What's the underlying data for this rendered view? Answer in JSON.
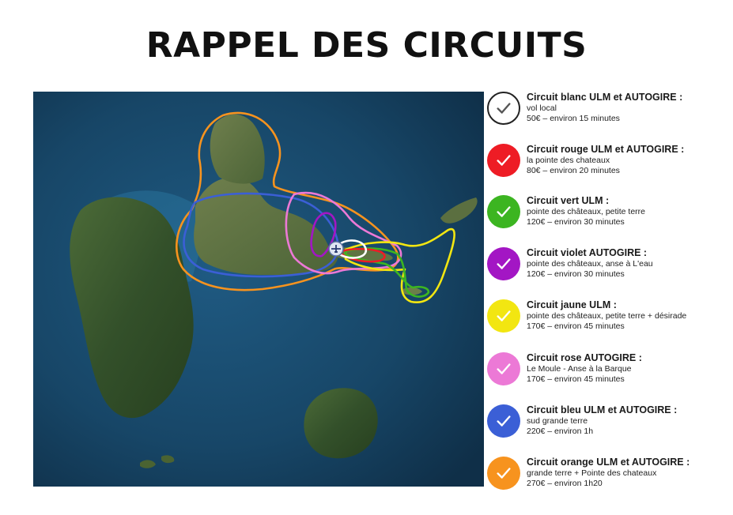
{
  "title": "RAPPEL DES CIRCUITS",
  "icons": {
    "badge": "check-icon",
    "plane": "airplane-icon"
  },
  "circuits": [
    {
      "name": "Circuit blanc ULM et AUTOGIRE :",
      "route": "vol local",
      "price": "50€ – environ 15 minutes",
      "color": "#ffffff"
    },
    {
      "name": "Circuit rouge ULM et AUTOGIRE :",
      "route": "la pointe des chateaux",
      "price": "80€ – environ 20 minutes",
      "color": "#ee1c25"
    },
    {
      "name": "Circuit vert ULM :",
      "route": "pointe des châteaux, petite terre",
      "price": "120€ – environ 30 minutes",
      "color": "#3cb521"
    },
    {
      "name": "Circuit violet AUTOGIRE :",
      "route": "pointe des châteaux, anse à L'eau",
      "price": "120€ – environ 30 minutes",
      "color": "#a316c4"
    },
    {
      "name": "Circuit jaune ULM :",
      "route": "pointe des châteaux, petite terre + désirade",
      "price": "170€ – environ 45 minutes",
      "color": "#f2e611"
    },
    {
      "name": "Circuit rose AUTOGIRE :",
      "route": "Le Moule - Anse à la Barque",
      "price": "170€ – environ 45 minutes",
      "color": "#ec79d6"
    },
    {
      "name": "Circuit bleu ULM et AUTOGIRE :",
      "route": "sud grande terre",
      "price": "220€ – environ 1h",
      "color": "#3b5fd6"
    },
    {
      "name": "Circuit orange ULM et AUTOGIRE :",
      "route": "grande terre + Pointe des chateaux",
      "price": "270€ – environ 1h20",
      "color": "#f7931e"
    }
  ]
}
